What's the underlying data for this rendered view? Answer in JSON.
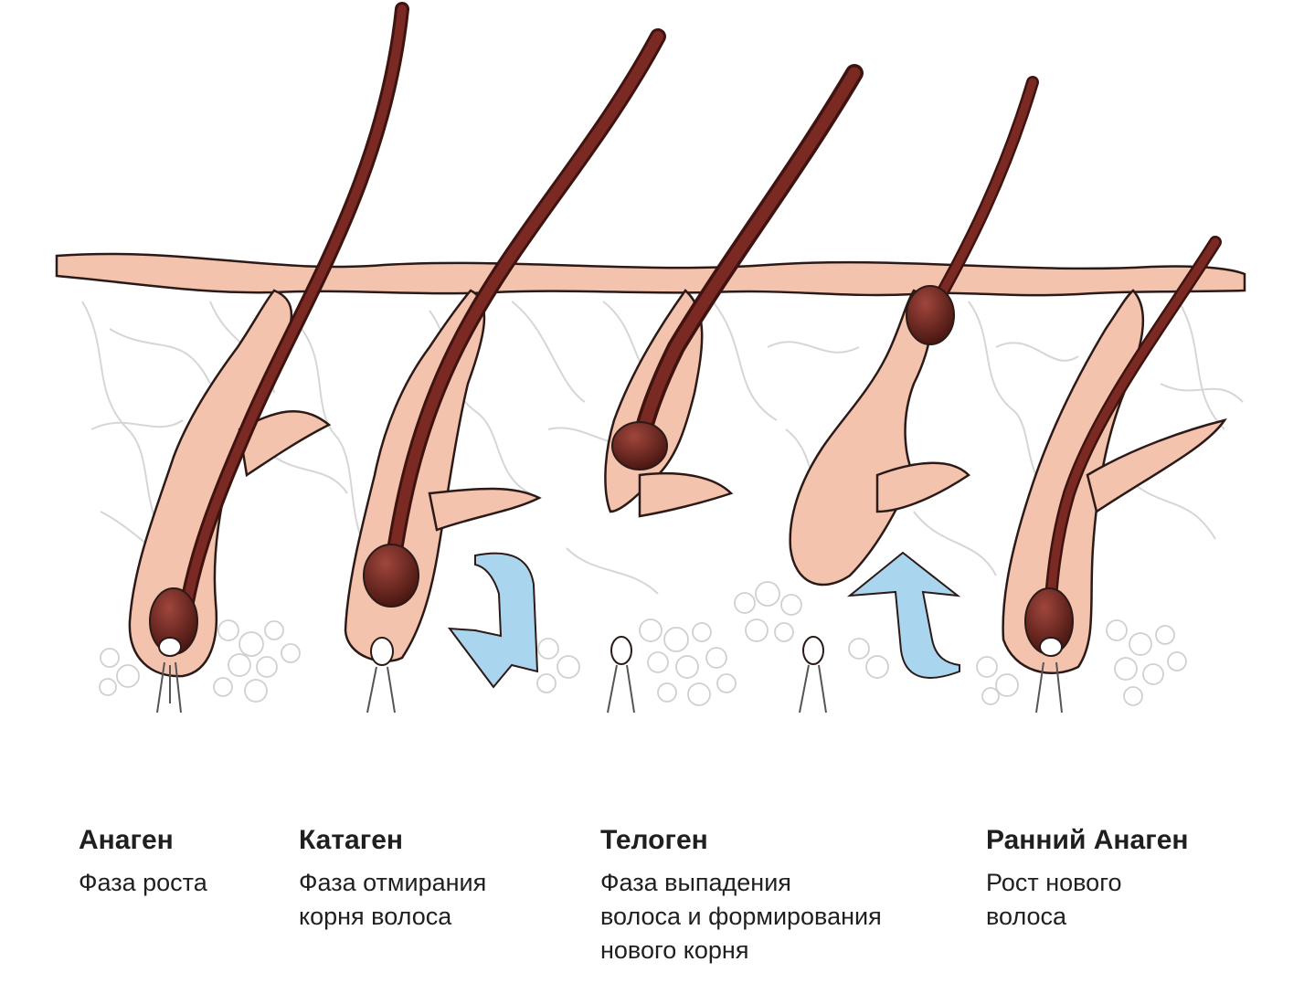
{
  "colors": {
    "skin": "#f4c3ae",
    "hair": "#7a2a22",
    "hair_dark": "#3e1310",
    "outline": "#2b1a17",
    "arrow": "#a9d6ee",
    "vessel": "#cfcfcf",
    "fat": "#d4d4d4"
  },
  "phases": [
    {
      "title": "Анаген",
      "description": "Фаза роста"
    },
    {
      "title": "Катаген",
      "description": "Фаза отмирания\nкорня волоса"
    },
    {
      "title": "Телоген",
      "description": "Фаза выпадения\nволоса и формирования\nнового корня"
    },
    {
      "title": "Ранний Анаген",
      "description": "Рост нового\nволоса"
    }
  ]
}
